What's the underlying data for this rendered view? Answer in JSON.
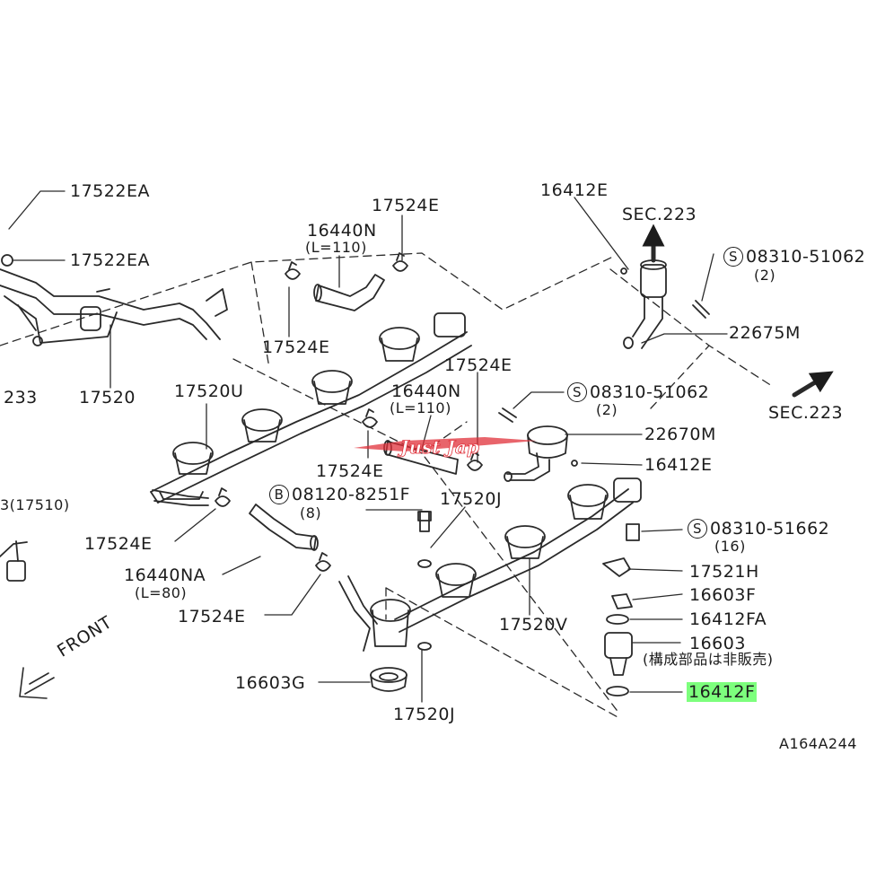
{
  "labels": {
    "p17522EA_a": "17522EA",
    "p17522EA_b": "17522EA",
    "p17520": "17520",
    "p233": "233",
    "p17510": "3(17510)",
    "p16440N_a": "16440N",
    "p16440N_a_len": "(L=110)",
    "p17524E_a": "17524E",
    "p17524E_b": "17524E",
    "p17524E_c": "17524E",
    "p17524E_d": "17524E",
    "p17524E_e": "17524E",
    "p17524E_f": "17524E",
    "p17520U": "17520U",
    "p16440N_b": "16440N",
    "p16440N_b_len": "(L=110)",
    "p16412E_a": "16412E",
    "sec223_a": "SEC.223",
    "sec223_b": "SEC.223",
    "s08310_51062_a": "08310-51062",
    "s08310_51062_a_qty": "(2)",
    "p22675M": "22675M",
    "s08310_51062_b": "08310-51062",
    "s08310_51062_b_qty": "(2)",
    "p22670M": "22670M",
    "p16412E_b": "16412E",
    "b08120_8251F": "08120-8251F",
    "b08120_8251F_qty": "(8)",
    "p17520J_a": "17520J",
    "s08310_51662": "08310-51662",
    "s08310_51662_qty": "(16)",
    "p17521H": "17521H",
    "p16603F": "16603F",
    "p16412FA": "16412FA",
    "p16603": "16603",
    "p16603_note": "(構成部品は非販売)",
    "p16440NA": "16440NA",
    "p16440NA_len": "(L=80)",
    "p17520V": "17520V",
    "p16603G": "16603G",
    "p17520J_b": "17520J",
    "p16412F": "16412F",
    "front": "FRONT",
    "diagram_id": "A164A244",
    "circle_s": "S",
    "circle_b": "B"
  },
  "watermark": "Just Jap",
  "colors": {
    "line": "#2a2a2a",
    "highlight": "#7dff7d",
    "watermark": "#e0303a"
  }
}
